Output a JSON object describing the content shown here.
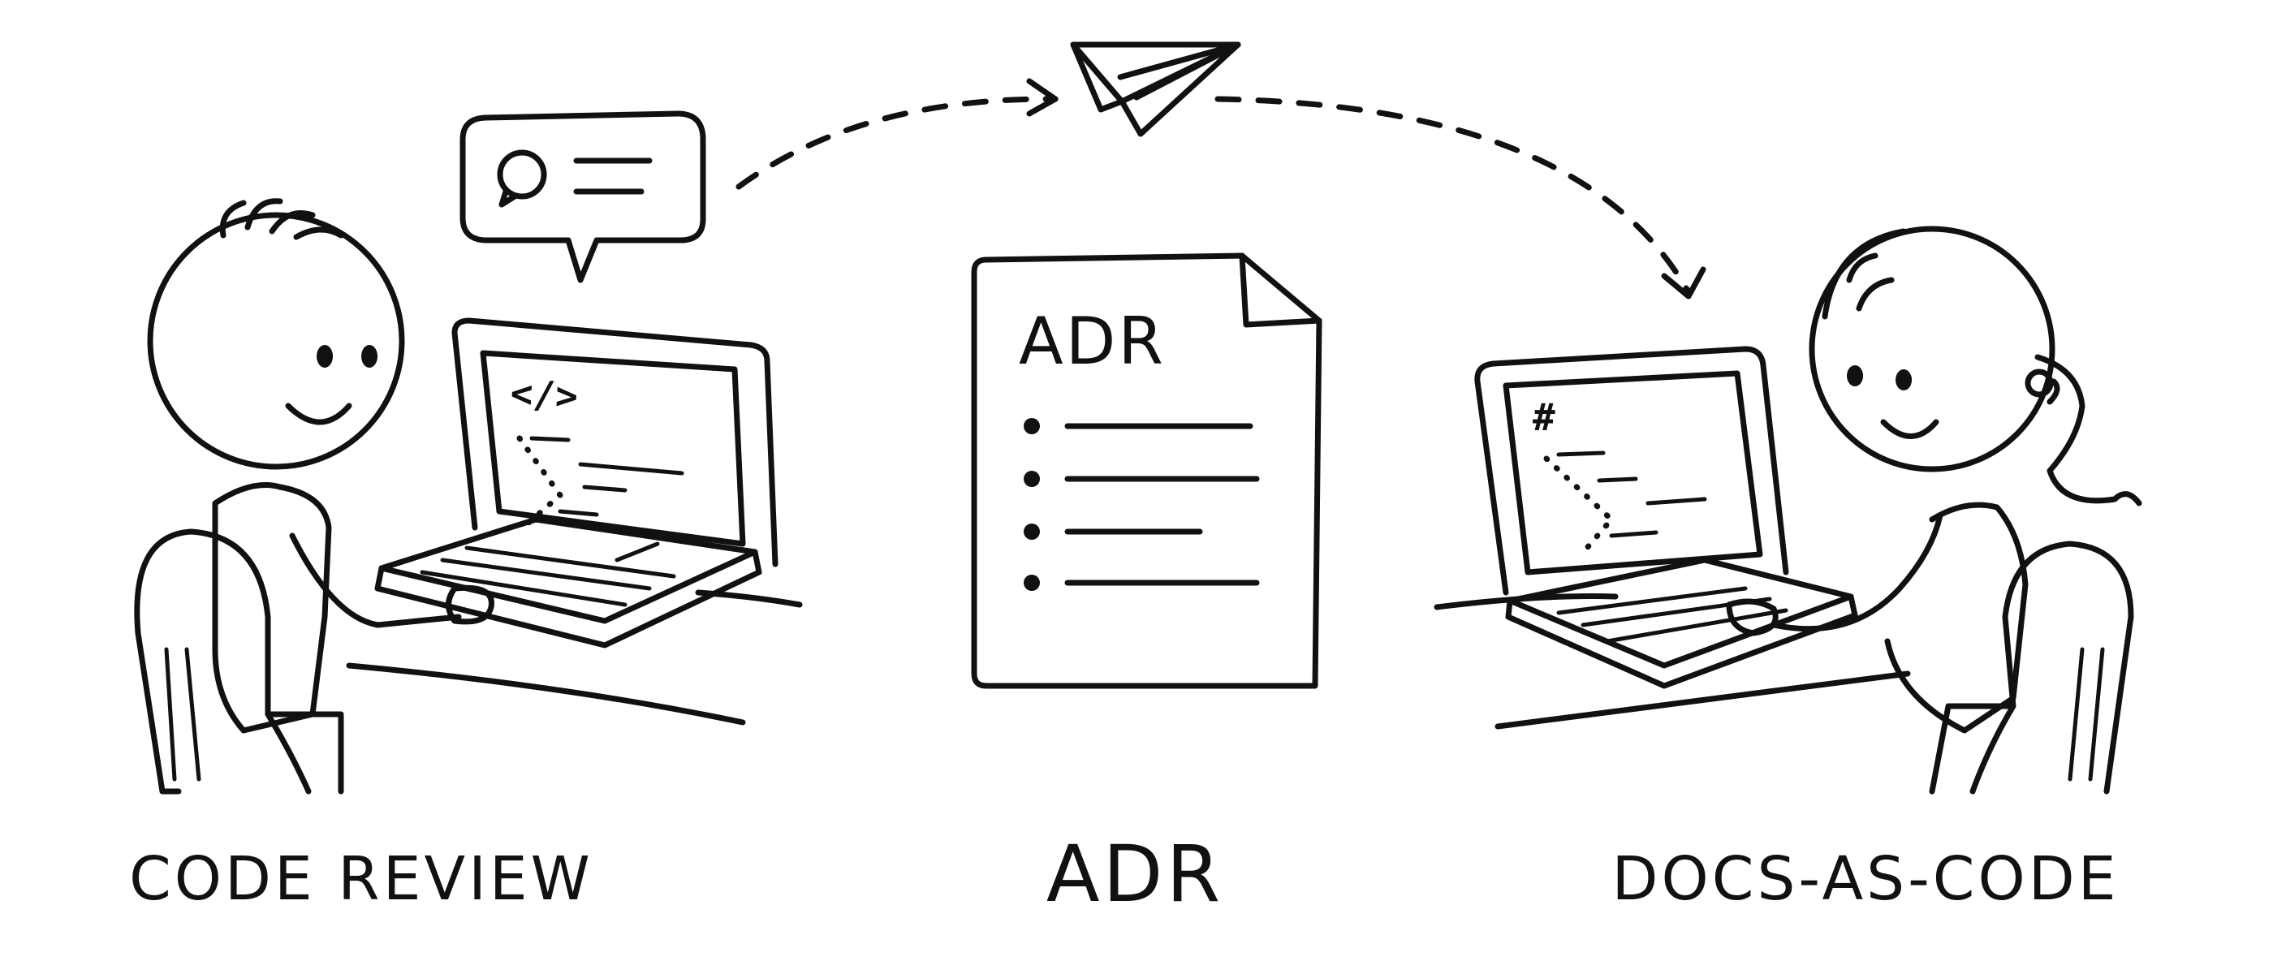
{
  "panels": [
    {
      "caption": "CODE REVIEW",
      "screen_glyph": "</>"
    },
    {
      "caption": "ADR",
      "document_title": "ADR"
    },
    {
      "caption": "DOCS-AS-CODE",
      "screen_glyph": "#"
    }
  ],
  "icons": {
    "speech_bubble": "speech-bubble-icon",
    "paper_plane": "paper-plane-icon",
    "document": "document-icon"
  },
  "colors": {
    "ink": "#111111",
    "background": "#ffffff"
  }
}
